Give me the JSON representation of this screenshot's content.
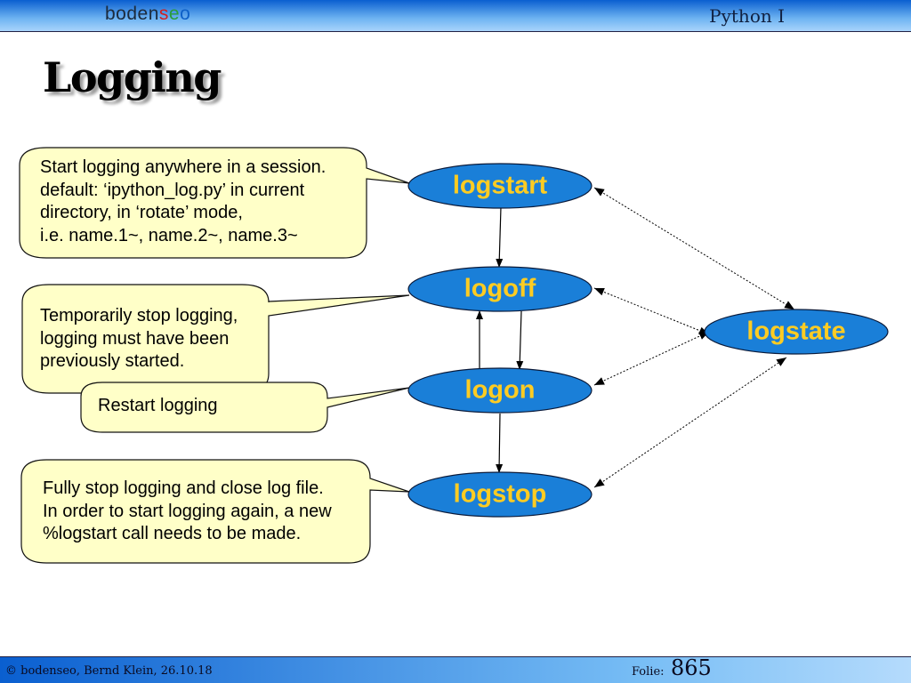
{
  "header": {
    "logo": {
      "part1": "boden",
      "part2": "s",
      "part3": "e",
      "part4": "o"
    },
    "course": "Python I"
  },
  "slide": {
    "title": "Logging"
  },
  "nodes": {
    "logstart": "logstart",
    "logoff": "logoff",
    "logon": "logon",
    "logstop": "logstop",
    "logstate": "logstate"
  },
  "callouts": {
    "logstart": "Start logging anywhere in a session.\ndefault: ‘ipython_log.py’ in current\ndirectory, in ‘rotate’ mode,\ni.e. name.1~, name.2~, name.3~",
    "logoff": "Temporarily stop logging,\nlogging must have been\npreviously started.",
    "logon": "Restart logging",
    "logstop": "Fully stop logging and close log file.\nIn order to start logging again, a new\n%logstart call needs to be made."
  },
  "footer": {
    "copyright": "© bodenseo, Bernd Klein, 26.10.18",
    "folie_label": "Folie:",
    "folie_number": "865"
  },
  "colors": {
    "node_fill": "#1a7fd8",
    "node_text": "#ffcc22",
    "callout_fill": "#ffffc8"
  }
}
